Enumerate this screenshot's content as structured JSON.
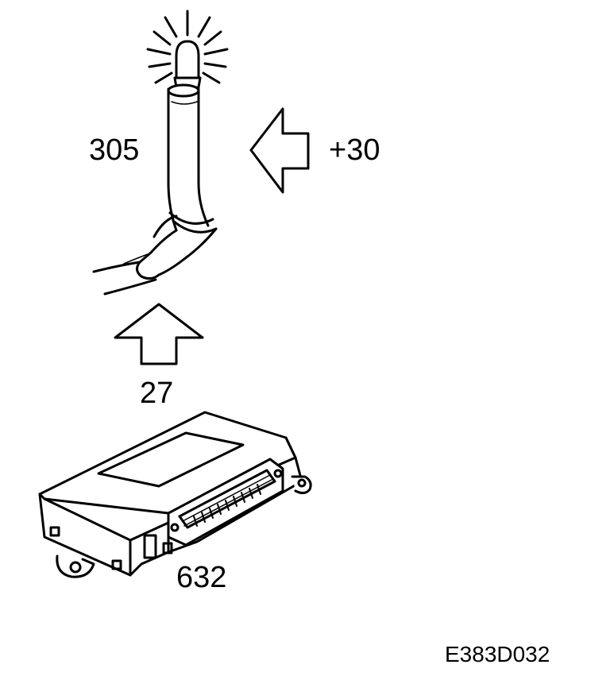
{
  "labels": {
    "bulb_wire": "305",
    "supply": "+30",
    "ground": "27",
    "control_module": "632",
    "figure_ref": "E383D032"
  },
  "colors": {
    "ink": "#000000",
    "paper": "#ffffff"
  },
  "icons": [
    "indicator-bulb-icon",
    "wire-sleeve-icon",
    "left-arrow-icon",
    "up-arrow-icon",
    "control-module-icon"
  ]
}
